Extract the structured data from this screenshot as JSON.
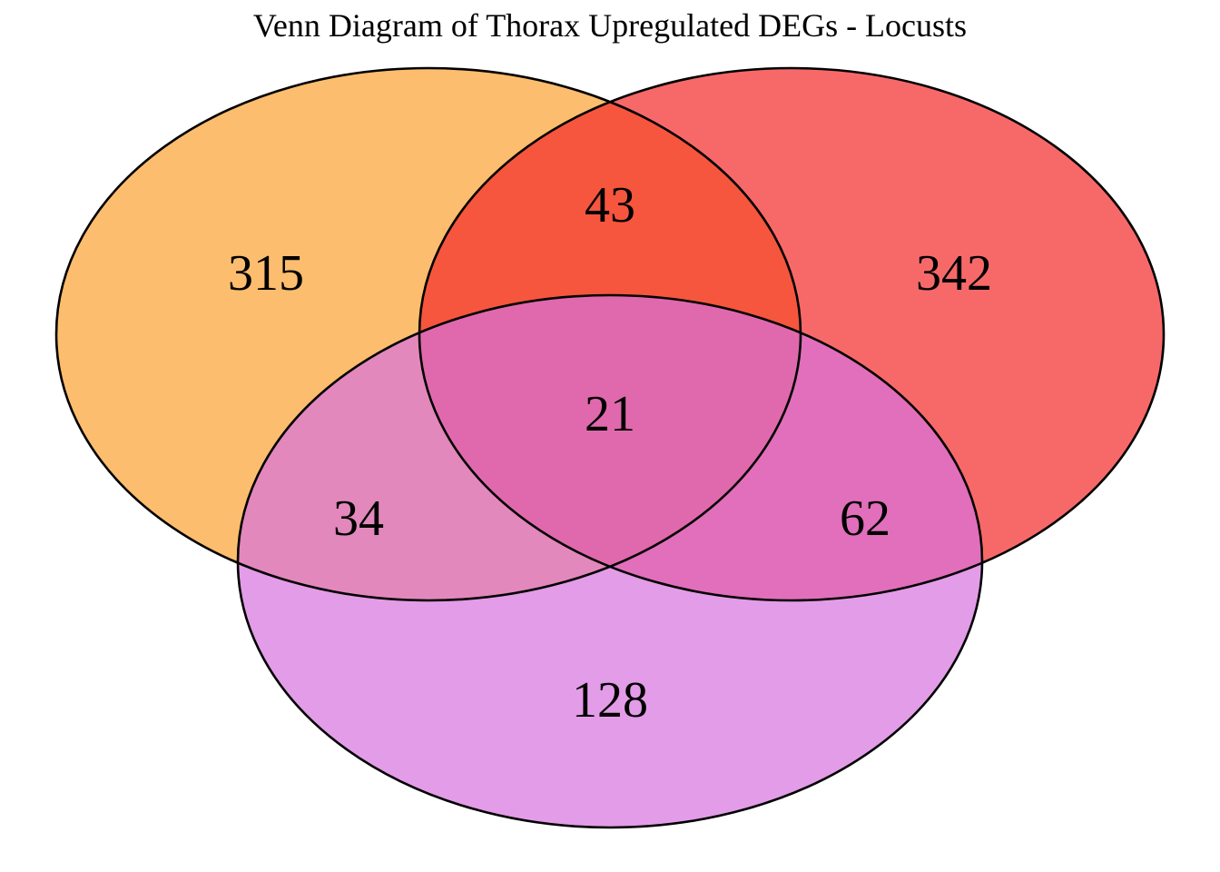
{
  "title": "Venn Diagram of Thorax Upregulated DEGs - Locusts",
  "colors": {
    "set_a": "#FBA131",
    "set_b": "#F32929",
    "set_c": "#D772DE",
    "outline": "#000000"
  },
  "chart_data": {
    "type": "venn",
    "title": "Venn Diagram of Thorax Upregulated DEGs - Locusts",
    "num_sets": 3,
    "set_positions": [
      "top-left",
      "top-right",
      "bottom"
    ],
    "region_counts": {
      "a_only": "315",
      "b_only": "342",
      "c_only": "128",
      "a_and_b": "43",
      "a_and_c": "34",
      "b_and_c": "62",
      "a_and_b_and_c": "21"
    },
    "legend": "none",
    "background": "#ffffff"
  }
}
